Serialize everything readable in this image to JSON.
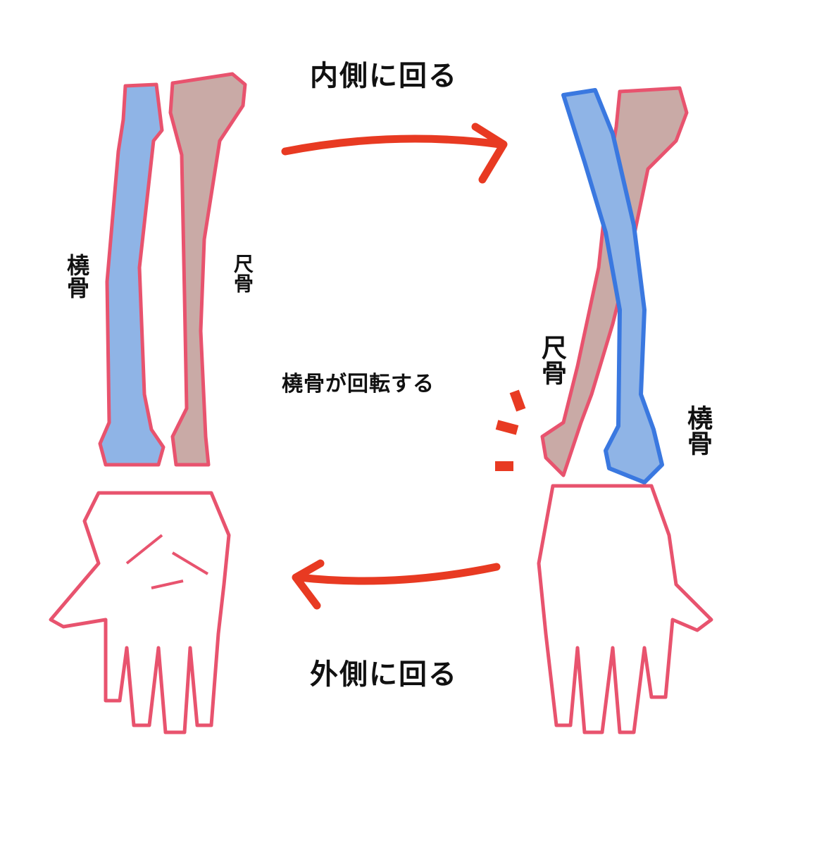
{
  "title_top": "内側に回る",
  "title_bottom": "外側に回る",
  "center_caption": "橈骨が回転する",
  "left": {
    "radius_label": "橈骨",
    "ulna_label": "尺骨"
  },
  "right": {
    "radius_label": "橈骨",
    "ulna_label": "尺骨"
  },
  "colors": {
    "radius": "#8fb4e6",
    "ulna": "#c9aaa6",
    "outline": "#e8536e",
    "arrow": "#e83a22",
    "radius_outline_rotated": "#3a78e0"
  }
}
